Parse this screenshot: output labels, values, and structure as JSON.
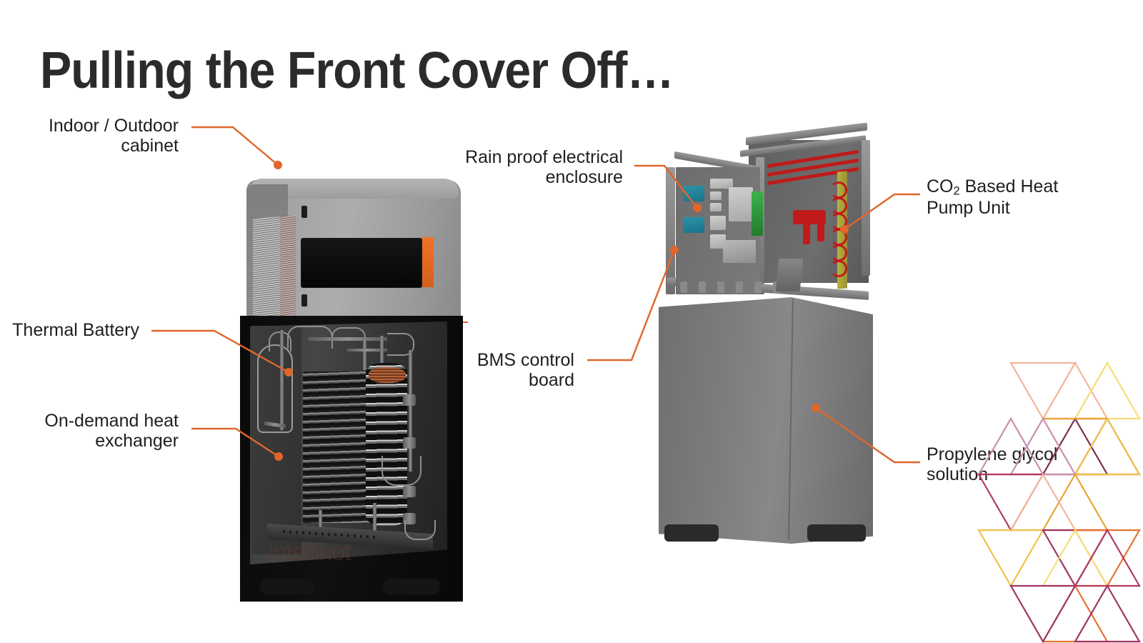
{
  "slide": {
    "title": "Pulling the Front Cover Off…",
    "accent_color": "#E0662A",
    "title_color": "#2b2b2b",
    "background_color": "#ffffff",
    "watermark_text": "intellihot"
  },
  "callouts": [
    {
      "id": "indoor-outdoor-cabinet",
      "line1": "Indoor / Outdoor",
      "line2": "cabinet",
      "align": "right",
      "target": "left-unit-upper-cabinet"
    },
    {
      "id": "thermal-battery",
      "line1": "Thermal Battery",
      "line2": "",
      "align": "right",
      "target": "left-unit-thermal-battery"
    },
    {
      "id": "on-demand-heat-exchanger",
      "line1": "On-demand heat",
      "line2": "exchanger",
      "align": "right",
      "target": "left-unit-heat-exchanger"
    },
    {
      "id": "rain-proof-electrical-enclosure",
      "line1": "Rain proof electrical",
      "line2": "enclosure",
      "align": "right",
      "target": "right-unit-electrical-enclosure"
    },
    {
      "id": "bms-control-board",
      "line1": "BMS control",
      "line2": "board",
      "align": "right",
      "target": "right-unit-bms-board"
    },
    {
      "id": "co2-based-heat-pump-unit",
      "line1_prefix": "CO",
      "line1_sub": "2",
      "line1_suffix": " Based Heat",
      "line2": "Pump Unit",
      "align": "left",
      "target": "right-unit-heat-pump"
    },
    {
      "id": "propylene-glycol-solution",
      "line1": "Propylene glycol",
      "line2": "solution",
      "align": "left",
      "target": "right-unit-glycol-tank"
    }
  ],
  "decoration": {
    "name": "triangle-lattice",
    "colors": [
      "#f2b79a",
      "#f6e07a",
      "#eba233",
      "#7a3050",
      "#b33a5a",
      "#c98fae",
      "#e8722f",
      "#f0c24a",
      "#9e3566"
    ]
  }
}
